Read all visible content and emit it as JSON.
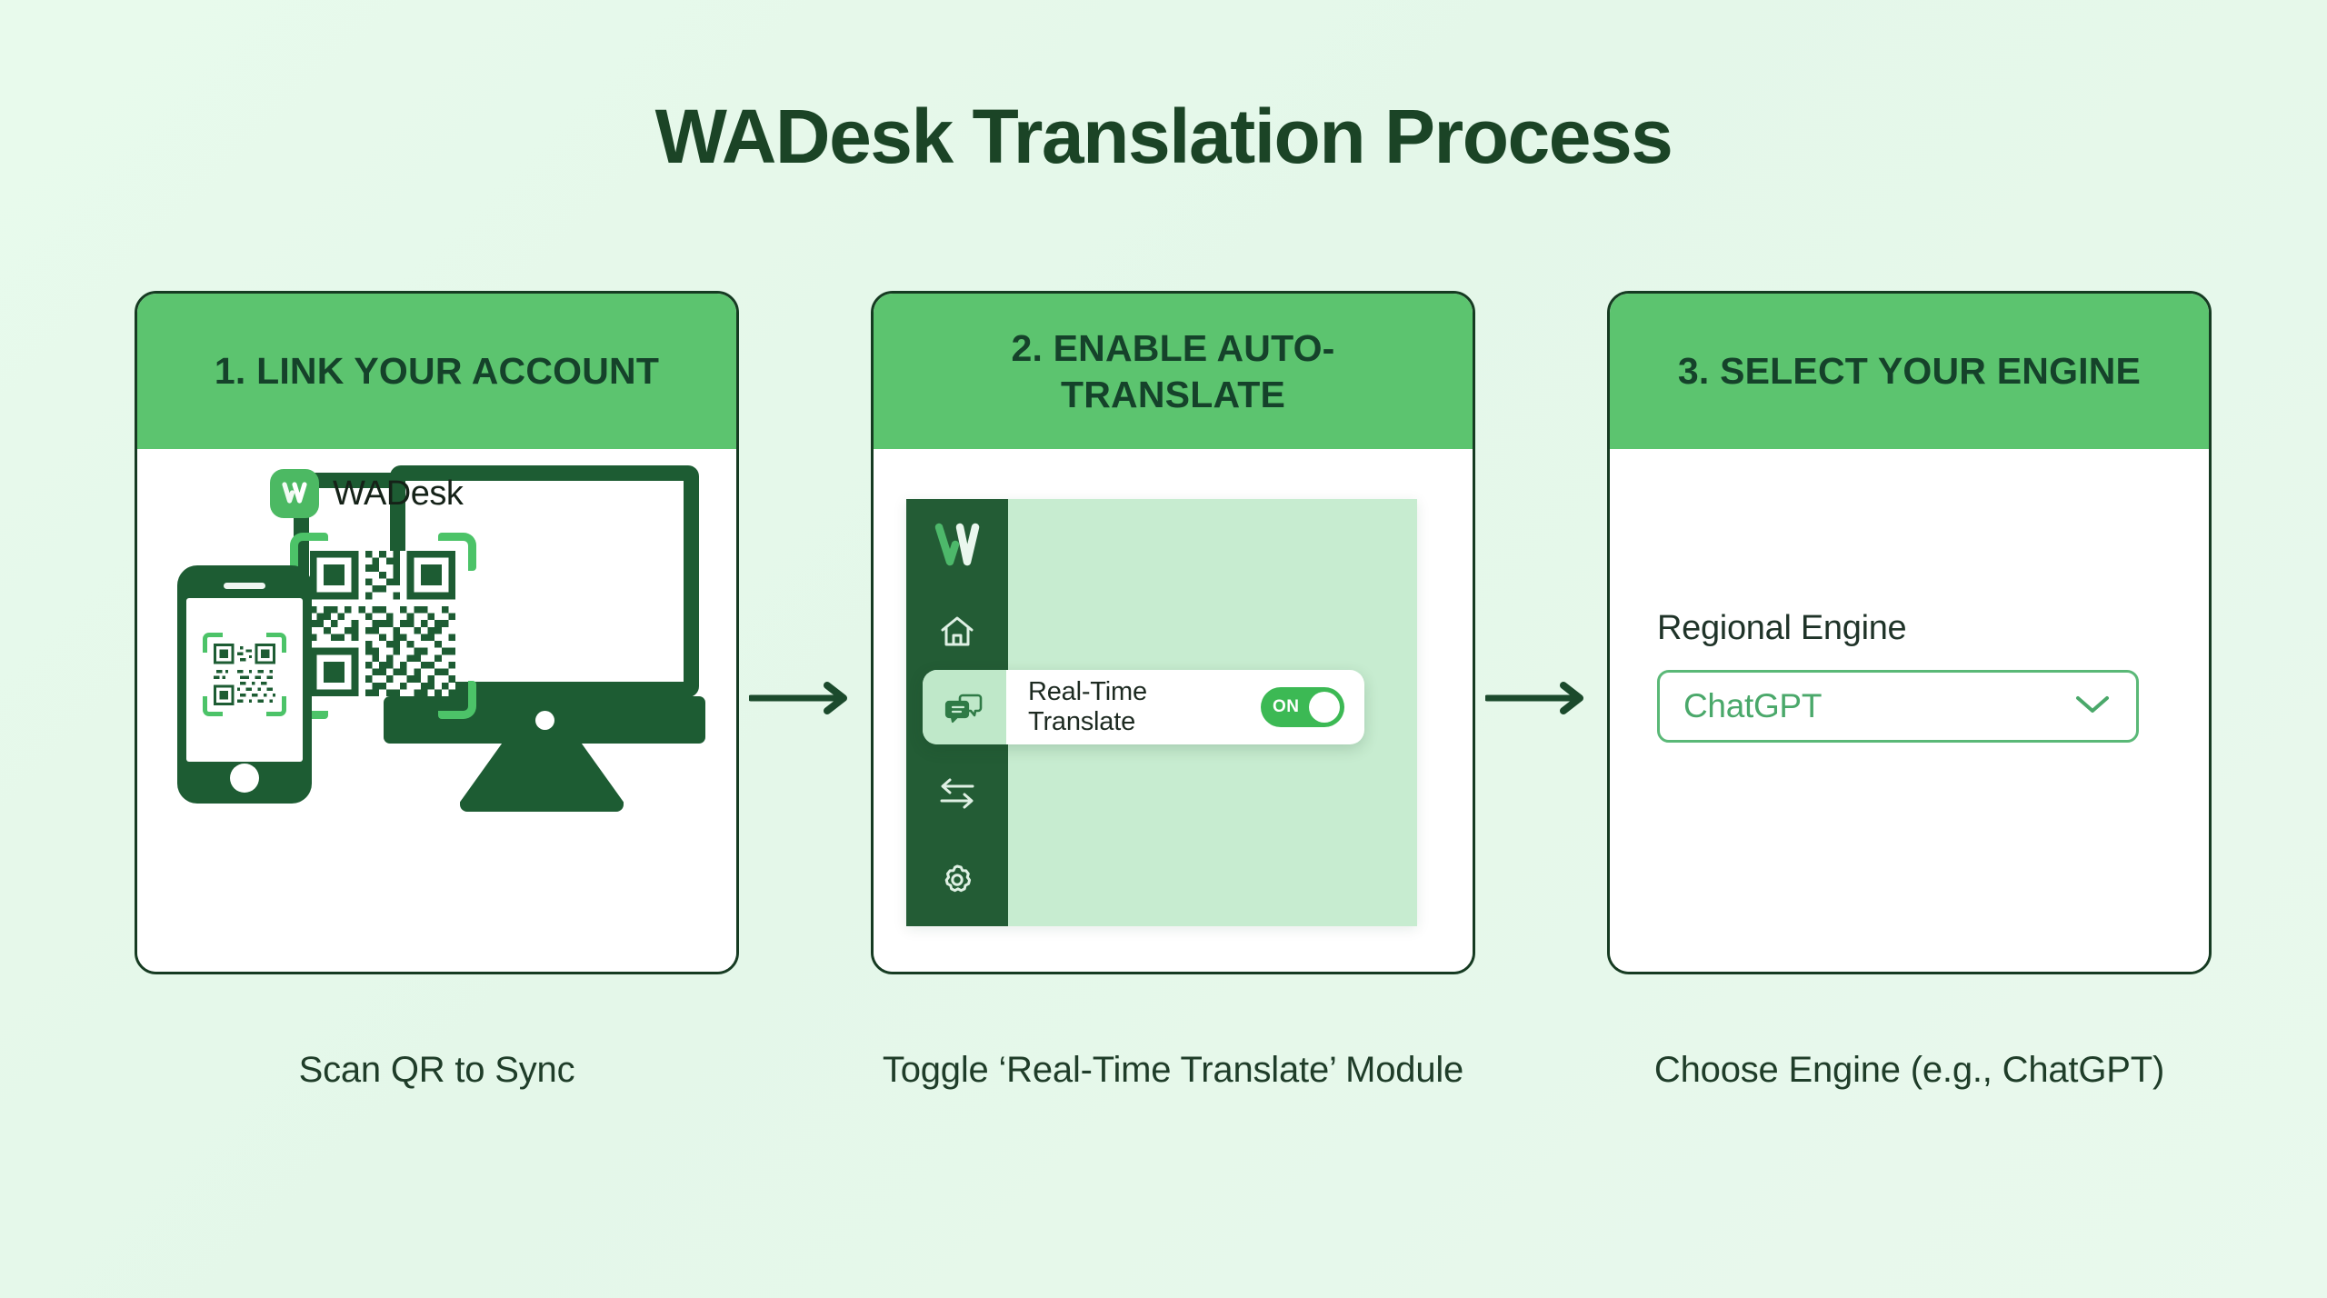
{
  "page": {
    "title": "WADesk Translation Process",
    "background_color": "#e6f8ea",
    "accent_green": "#5cc46f",
    "dark_green": "#163b22"
  },
  "steps": [
    {
      "header": "1. LINK YOUR ACCOUNT",
      "caption": "Scan QR to Sync",
      "illustration": {
        "brand_logo_icon": "wadesk-logo-icon",
        "brand_name": "WADesk",
        "monitor_icon": "monitor-icon",
        "phone_icon": "smartphone-icon",
        "qr_icon": "qr-code-icon",
        "scan_frame_icon": "scan-frame-icon"
      }
    },
    {
      "header": "2. ENABLE AUTO-TRANSLATE",
      "caption": "Toggle ‘Real-Time Translate’ Module",
      "app": {
        "sidebar": [
          {
            "icon": "wadesk-logo-icon",
            "name": "logo"
          },
          {
            "icon": "home-icon",
            "name": "home"
          },
          {
            "icon": "translate-icon",
            "name": "translate",
            "active": true
          },
          {
            "icon": "swap-arrows-icon",
            "name": "swap"
          },
          {
            "icon": "gear-icon",
            "name": "settings"
          }
        ],
        "row": {
          "label": "Real-Time Translate",
          "toggle_state": "ON",
          "toggle_color": "#3cb954"
        }
      }
    },
    {
      "header": "3. SELECT YOUR ENGINE",
      "caption": "Choose Engine (e.g., ChatGPT)",
      "select": {
        "label": "Regional Engine",
        "value": "ChatGPT",
        "chevron_icon": "chevron-down-icon",
        "border_color": "#5ab877",
        "value_color": "#4aa86a"
      }
    }
  ],
  "connectors": [
    {
      "icon": "arrow-right-icon"
    },
    {
      "icon": "arrow-right-icon"
    }
  ]
}
